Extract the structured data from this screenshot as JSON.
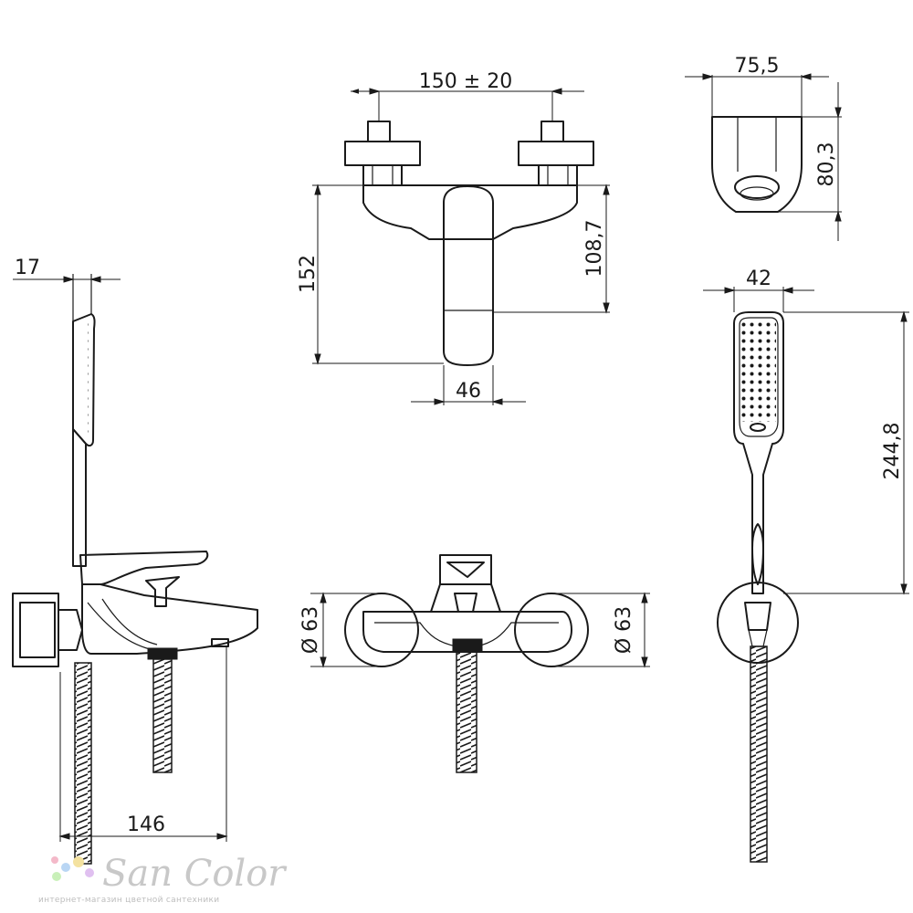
{
  "dimensions": {
    "spacing": "150 ± 20",
    "handle_width": "46",
    "height_total": "152",
    "height_spout": "108,7",
    "holder_width": "75,5",
    "holder_height": "80,3",
    "shower_width": "42",
    "shower_length": "244,8",
    "side_offset": "17",
    "spout_reach": "146",
    "flange_left": "Ø 63",
    "flange_right": "Ø 63"
  },
  "watermark": {
    "brand": "San Color",
    "tagline": "интернет-магазин цветной сантехники",
    "dot_colors": [
      "#f4b9c9",
      "#b9d6f4",
      "#f4e2a0",
      "#c9f0b9",
      "#e0c0f0"
    ]
  }
}
